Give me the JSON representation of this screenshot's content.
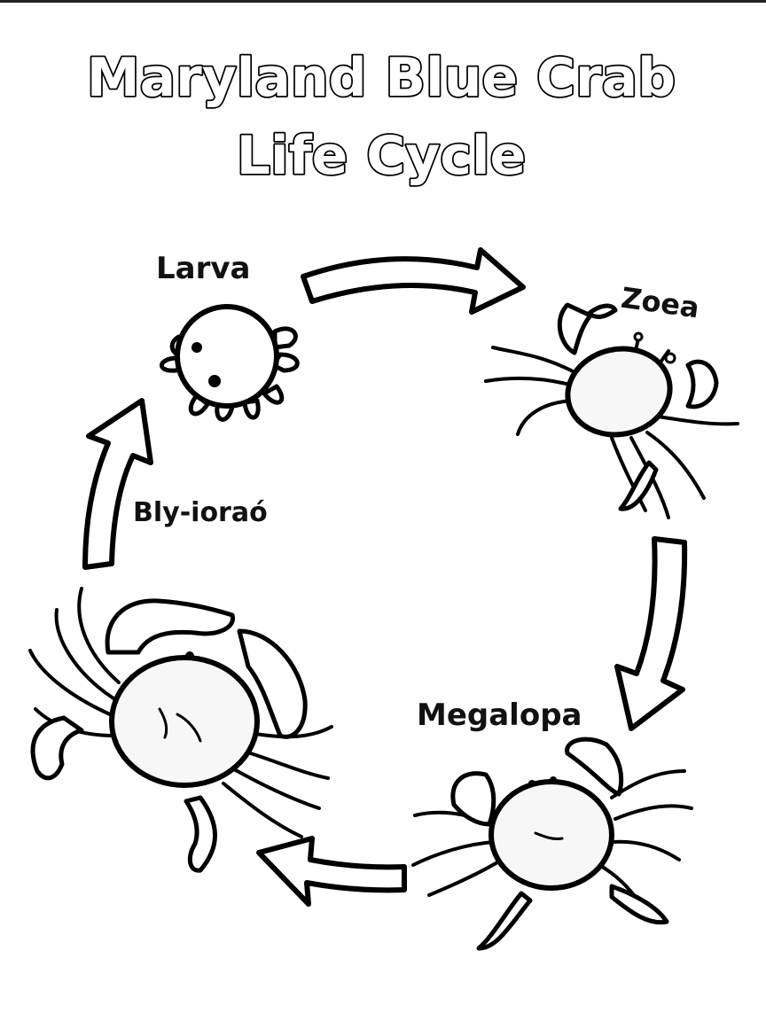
{
  "title": {
    "line1": "Maryland Blue Crab",
    "line2": "Life Cycle"
  },
  "stages": {
    "larva": "Larva",
    "zoea": "Zoea",
    "megalopa": "Megalopa",
    "adult": "Bly-ioraó"
  },
  "colors": {
    "ink": "#000000",
    "paper": "#ffffff"
  }
}
